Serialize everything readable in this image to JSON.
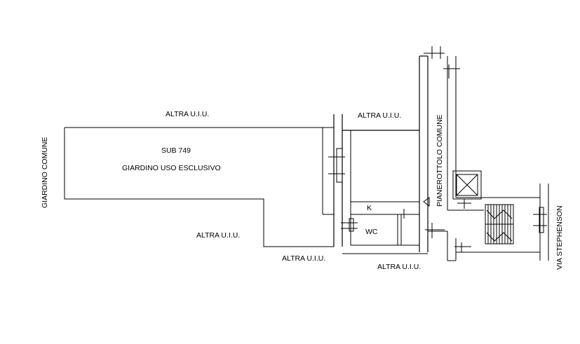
{
  "labels": {
    "giardino_comune": "GIARDINO COMUNE",
    "altra_top_garden": "ALTRA U.I.U.",
    "altra_top_apt": "ALTRA U.I.U.",
    "sub": "SUB 749",
    "giardino_uso": "GIARDINO USO ESCLUSIVO",
    "altra_mid": "ALTRA U.I.U.",
    "altra_bottom_left": "ALTRA U.I.U.",
    "altra_bottom_right": "ALTRA U.I.U.",
    "kitchen": "K",
    "wc": "WC",
    "pianerottolo": "PIANEROTTOLO COMUNE",
    "via": "VIA STEPHENSON"
  }
}
